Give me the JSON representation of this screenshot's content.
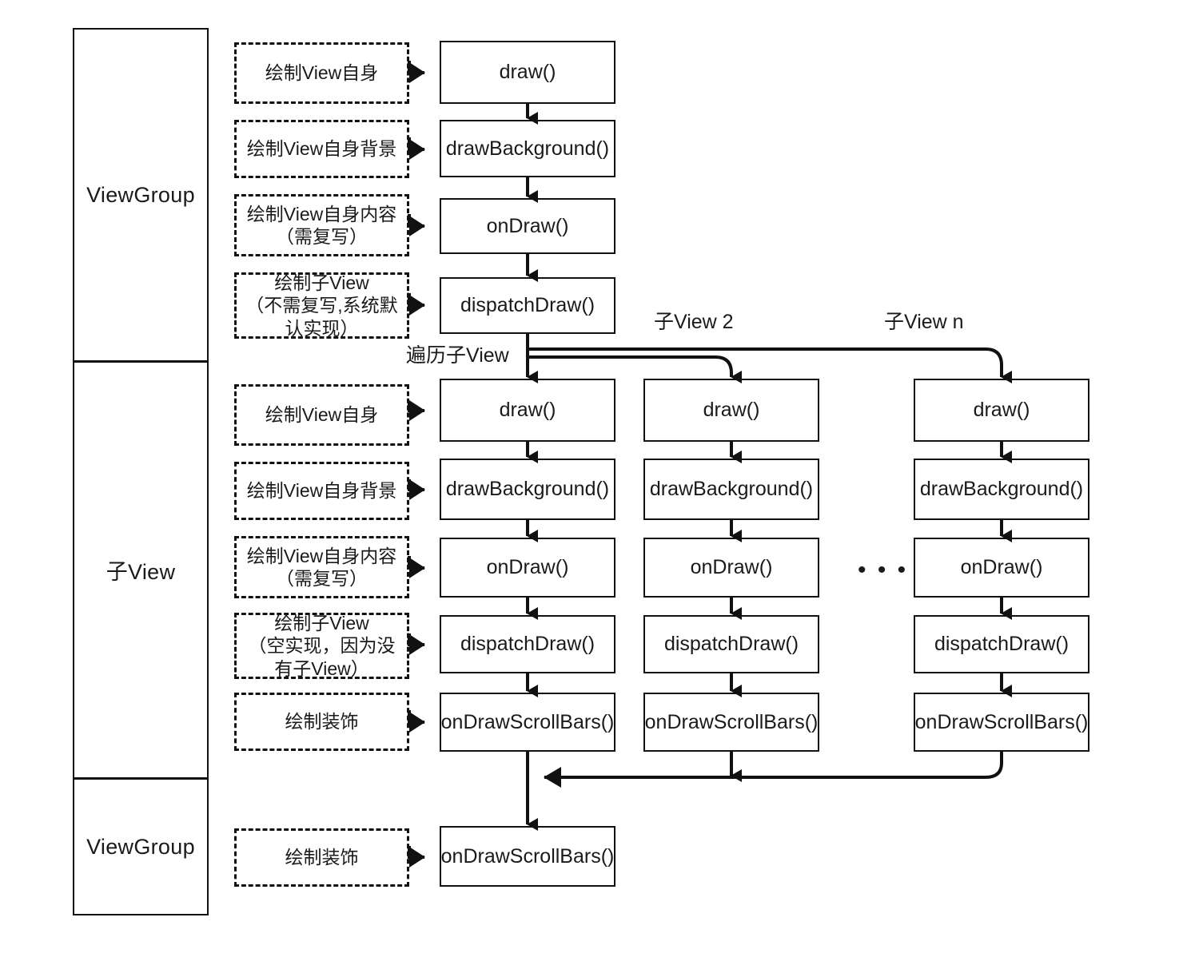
{
  "diagram": {
    "title_present": false,
    "lanes": [
      {
        "label": "ViewGroup"
      },
      {
        "label": "子View"
      },
      {
        "label": "ViewGroup"
      }
    ],
    "column_headers": [
      {
        "label": "子View 2"
      },
      {
        "label": "子View n"
      }
    ],
    "edge_labels": [
      {
        "label": "遍历子View"
      }
    ],
    "ellipsis": "• • •",
    "sections": {
      "viewgroup_top": {
        "annotations": [
          {
            "label": "绘制View自身"
          },
          {
            "label": "绘制View自身背景"
          },
          {
            "label": "绘制View自身内容\n（需复写）"
          },
          {
            "label": "绘制子View\n（不需复写,系统默认实现）"
          }
        ],
        "methods": [
          {
            "label": "draw()"
          },
          {
            "label": "drawBackground()"
          },
          {
            "label": "onDraw()"
          },
          {
            "label": "dispatchDraw()"
          }
        ]
      },
      "child_view": {
        "annotations": [
          {
            "label": "绘制View自身"
          },
          {
            "label": "绘制View自身背景"
          },
          {
            "label": "绘制View自身内容\n（需复写）"
          },
          {
            "label": "绘制子View\n（空实现，因为没有子View）"
          },
          {
            "label": "绘制装饰"
          }
        ],
        "columns": [
          {
            "name": "child-view-1",
            "methods": [
              {
                "label": "draw()"
              },
              {
                "label": "drawBackground()"
              },
              {
                "label": "onDraw()"
              },
              {
                "label": "dispatchDraw()"
              },
              {
                "label": "onDrawScrollBars()"
              }
            ]
          },
          {
            "name": "child-view-2",
            "methods": [
              {
                "label": "draw()"
              },
              {
                "label": "drawBackground()"
              },
              {
                "label": "onDraw()"
              },
              {
                "label": "dispatchDraw()"
              },
              {
                "label": "onDrawScrollBars()"
              }
            ]
          },
          {
            "name": "child-view-n",
            "methods": [
              {
                "label": "draw()"
              },
              {
                "label": "drawBackground()"
              },
              {
                "label": "onDraw()"
              },
              {
                "label": "dispatchDraw()"
              },
              {
                "label": "onDrawScrollBars()"
              }
            ]
          }
        ]
      },
      "viewgroup_bottom": {
        "annotations": [
          {
            "label": "绘制装饰"
          }
        ],
        "methods": [
          {
            "label": "onDrawScrollBars()"
          }
        ]
      }
    },
    "colors": {
      "stroke": "#111111",
      "background": "#ffffff",
      "text": "#1a1a1a"
    }
  }
}
